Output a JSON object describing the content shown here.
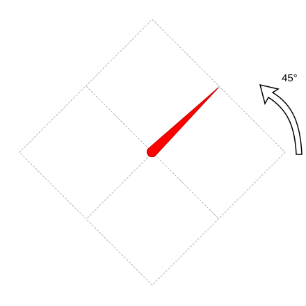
{
  "diagram": {
    "rotation_label": "45°",
    "rotation_degrees": 45,
    "rotation_direction": "counterclockwise",
    "colors": {
      "needle": "#ff0000",
      "needle_outline": "#c80000",
      "grid": "#b4b4b4",
      "arrow_fill": "#ffffff",
      "arrow_stroke": "#000000",
      "label": "#000000"
    }
  }
}
